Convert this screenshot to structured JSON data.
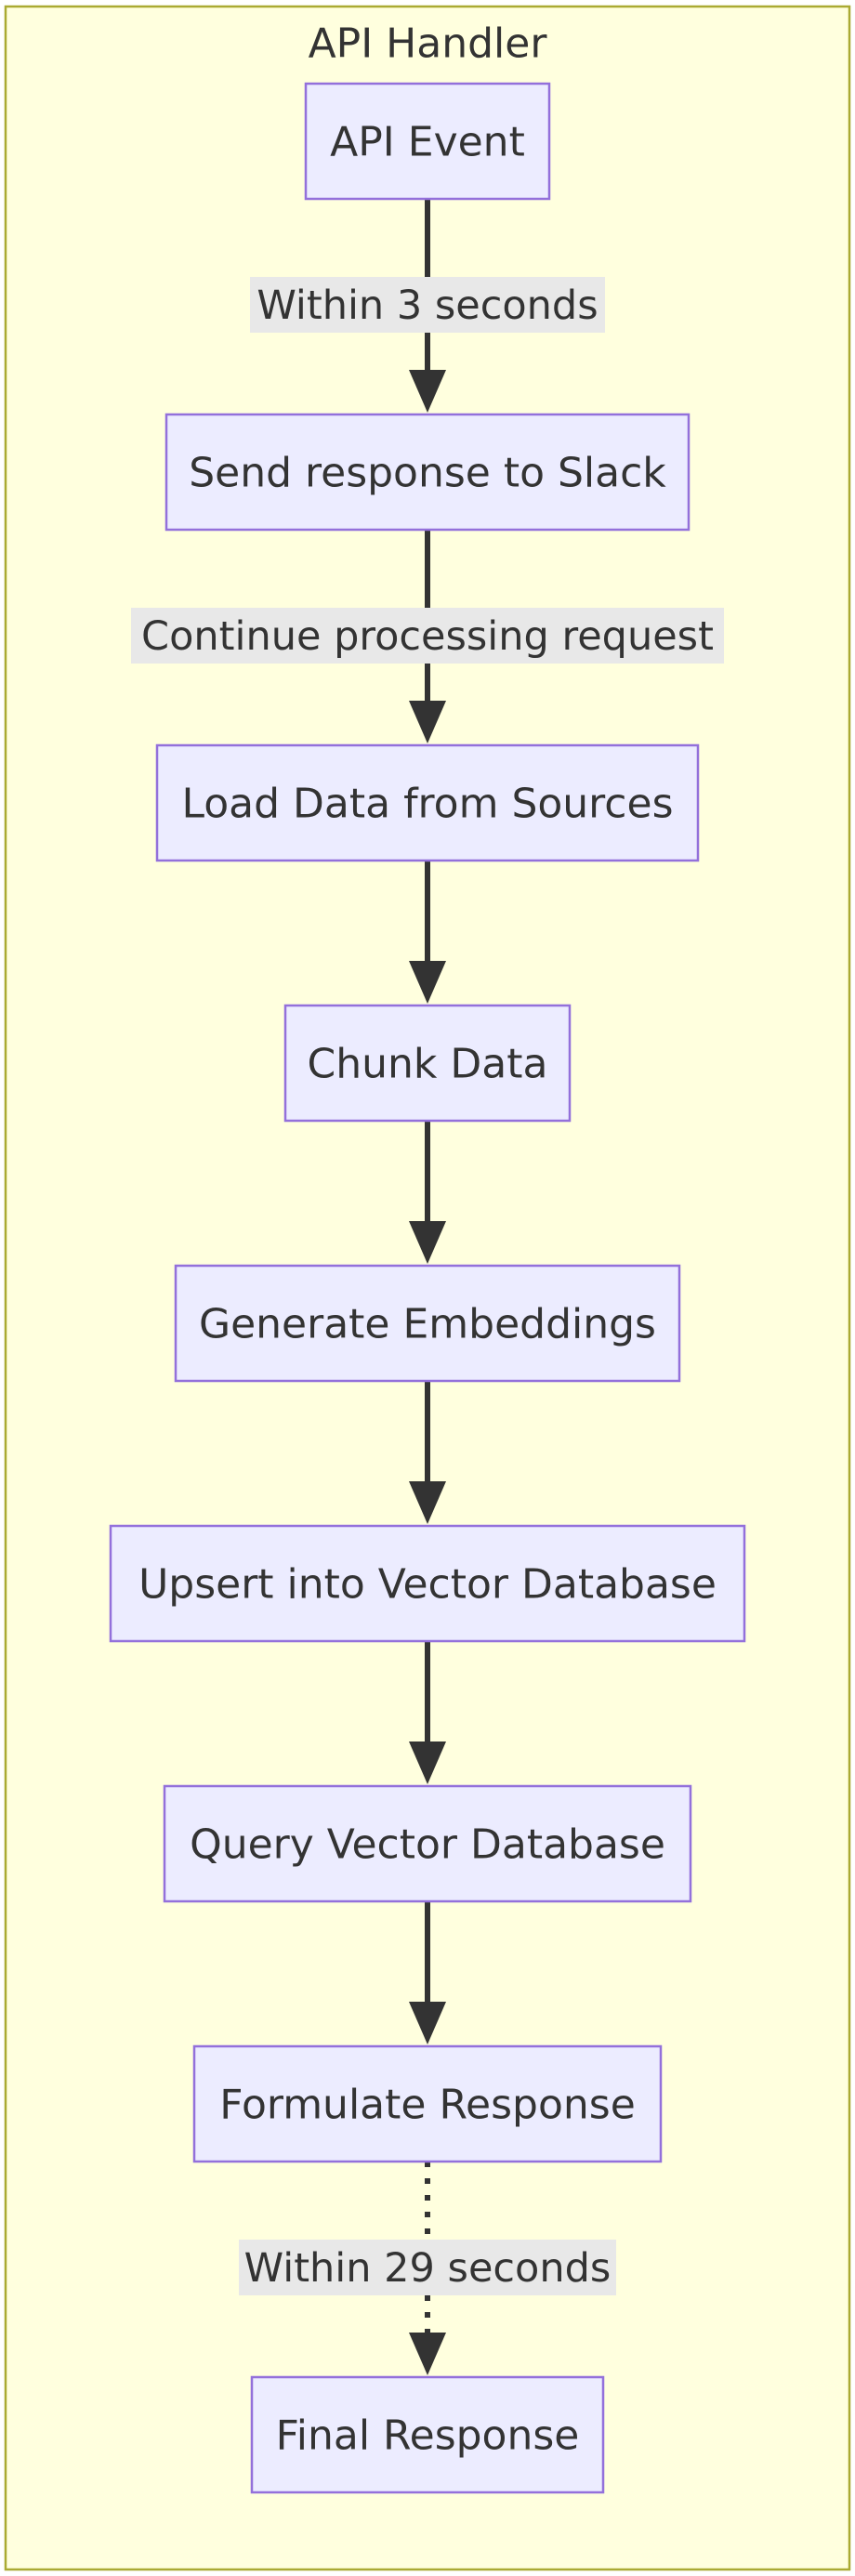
{
  "cluster": {
    "title": "API Handler"
  },
  "nodes": [
    {
      "id": "api_event",
      "label": "API Event"
    },
    {
      "id": "send_response",
      "label": "Send response to Slack"
    },
    {
      "id": "load_data",
      "label": "Load Data from Sources"
    },
    {
      "id": "chunk_data",
      "label": "Chunk Data"
    },
    {
      "id": "generate_embeddings",
      "label": "Generate Embeddings"
    },
    {
      "id": "upsert",
      "label": "Upsert into Vector Database"
    },
    {
      "id": "query",
      "label": "Query Vector Database"
    },
    {
      "id": "formulate",
      "label": "Formulate Response"
    },
    {
      "id": "final_response",
      "label": "Final Response"
    }
  ],
  "edges": [
    {
      "from": "api_event",
      "to": "send_response",
      "label": "Within 3 seconds",
      "style": "solid"
    },
    {
      "from": "send_response",
      "to": "load_data",
      "label": "Continue processing request",
      "style": "solid"
    },
    {
      "from": "load_data",
      "to": "chunk_data",
      "label": "",
      "style": "solid"
    },
    {
      "from": "chunk_data",
      "to": "generate_embeddings",
      "label": "",
      "style": "solid"
    },
    {
      "from": "generate_embeddings",
      "to": "upsert",
      "label": "",
      "style": "solid"
    },
    {
      "from": "upsert",
      "to": "query",
      "label": "",
      "style": "solid"
    },
    {
      "from": "query",
      "to": "formulate",
      "label": "",
      "style": "solid"
    },
    {
      "from": "formulate",
      "to": "final_response",
      "label": "Within 29 seconds",
      "style": "dotted"
    }
  ],
  "colors": {
    "cluster_fill": "#ffffde",
    "cluster_stroke": "#aaaa33",
    "node_fill": "#ececff",
    "node_stroke": "#9370db",
    "edge": "#333333",
    "edge_label_bg": "#e8e8e8",
    "text": "#333333"
  }
}
